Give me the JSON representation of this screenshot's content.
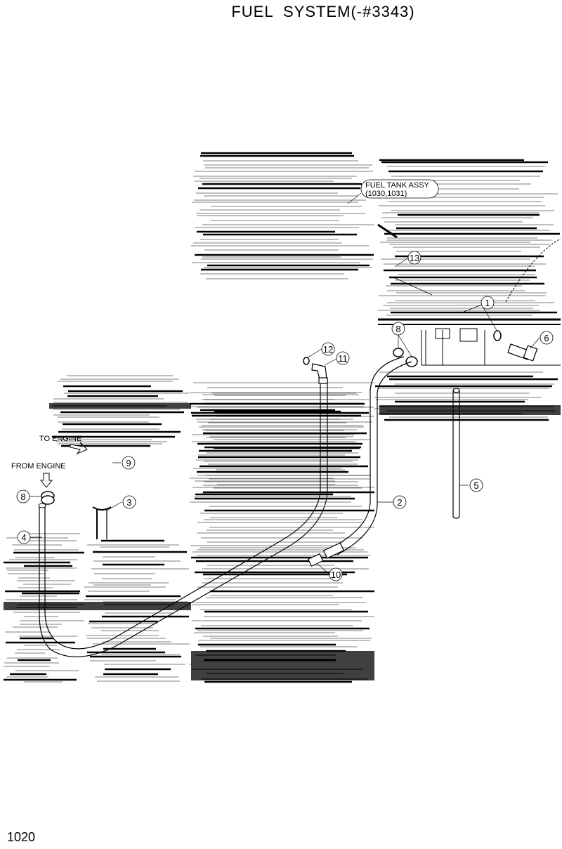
{
  "title": "FUEL  SYSTEM(-#3343)",
  "page_number": "1020",
  "labels": {
    "tank_line1": "FUEL TANK ASSY",
    "tank_line2": "(1030,1031)",
    "to_engine": "TO ENGINE",
    "from_engine": "FROM ENGINE"
  },
  "callouts": [
    {
      "id": "c1",
      "text": "1"
    },
    {
      "id": "c2",
      "text": "2"
    },
    {
      "id": "c3",
      "text": "3"
    },
    {
      "id": "c4",
      "text": "4"
    },
    {
      "id": "c5",
      "text": "5"
    },
    {
      "id": "c6",
      "text": "6"
    },
    {
      "id": "c8a",
      "text": "8"
    },
    {
      "id": "c8b",
      "text": "8"
    },
    {
      "id": "c9",
      "text": "9"
    },
    {
      "id": "c10",
      "text": "10"
    },
    {
      "id": "c11",
      "text": "11"
    },
    {
      "id": "c12",
      "text": "12"
    },
    {
      "id": "c13",
      "text": "13"
    }
  ],
  "colors": {
    "ink": "#000000",
    "paper": "#ffffff"
  }
}
